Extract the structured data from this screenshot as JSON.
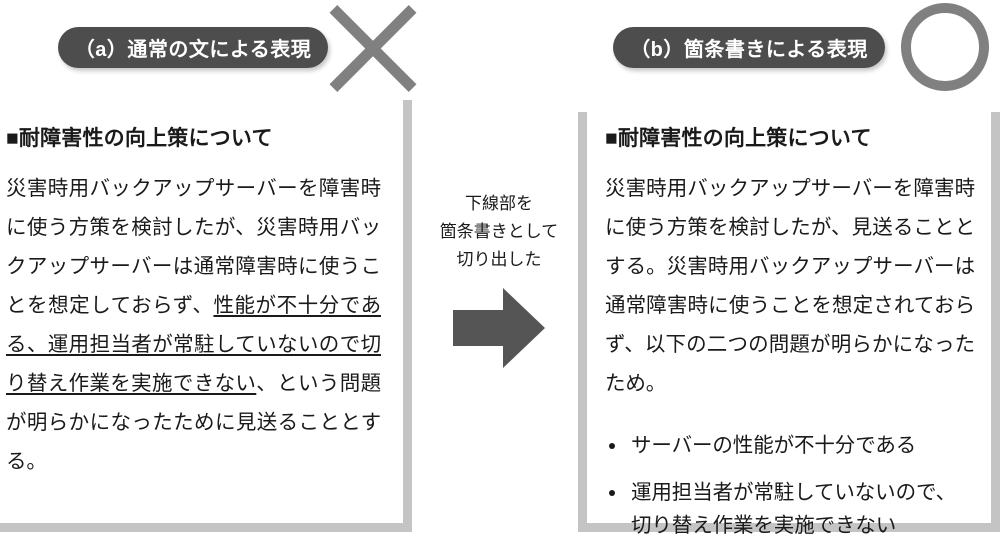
{
  "headers": {
    "left_badge": "（a）通常の文による表現",
    "right_badge": "（b）箇条書きによる表現",
    "left_mark_icon": "x-mark-icon",
    "right_mark_icon": "circle-mark-icon",
    "mark_color": "#808080",
    "badge_color": "#4d4d4d"
  },
  "left_panel": {
    "heading": "■耐障害性の向上策について",
    "paragraph": {
      "before_underline": "災害時用バックアップサーバーを障害時に使う方策を検討したが、災害時用バックアップサーバーは通常障害時に使うことを想定しておらず、",
      "underlined": "性能が不十分である、運用担当者が常駐していないので切り替え作業を実施できない",
      "after_underline": "、という問題が明らかになったために見送ることとする。"
    }
  },
  "center": {
    "caption": "下線部を\n箇条書きとして\n切り出した",
    "arrow_icon": "right-arrow-icon",
    "arrow_color": "#555555"
  },
  "right_panel": {
    "heading": "■耐障害性の向上策について",
    "paragraph": "災害時用バックアップサーバーを障害時に使う方策を検討したが、見送ることとする。災害時用バックアップサーバーは通常障害時に使うことを想定されておらず、以下の二つの問題が明らかになったため。",
    "bullets": [
      "サーバーの性能が不十分である",
      "運用担当者が常駐していないので、切り替え作業を実施できない"
    ]
  }
}
